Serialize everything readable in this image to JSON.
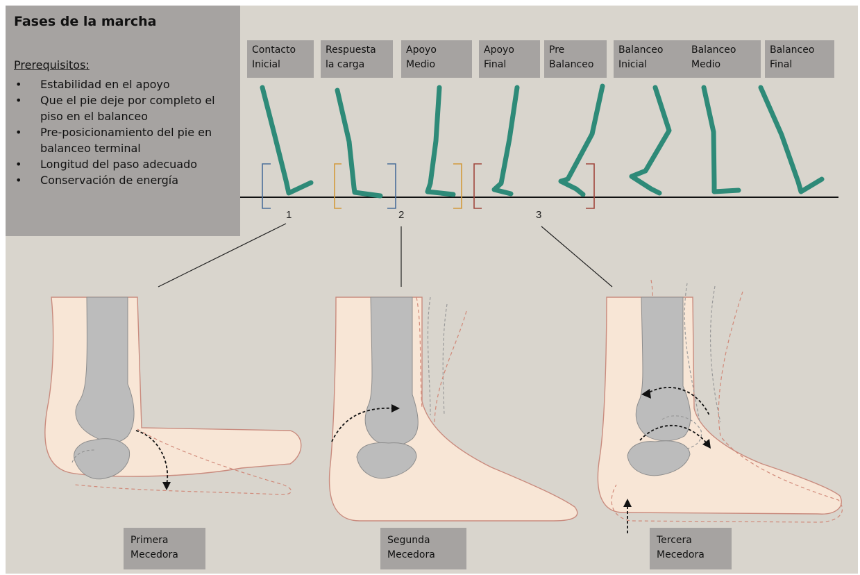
{
  "title": "Fases de la marcha",
  "prerequisites": {
    "heading": "Prerequisitos:",
    "items": [
      "Estabilidad en el apoyo",
      "Que el pie deje por completo el piso en el balanceo",
      "Pre-posicionamiento del pie en balanceo terminal",
      "Longitud del paso adecuado",
      "Conservación de energía"
    ]
  },
  "phases": [
    {
      "line1": "Contacto",
      "line2": "Inicial"
    },
    {
      "line1": "Respuesta",
      "line2": "la carga"
    },
    {
      "line1": "Apoyo",
      "line2": "Medio"
    },
    {
      "line1": "Apoyo",
      "line2": "Final"
    },
    {
      "line1": "Pre",
      "line2": "Balanceo"
    },
    {
      "line1": "Balanceo",
      "line2": "Inicial"
    },
    {
      "line1": "Balanceo",
      "line2": "Medio"
    },
    {
      "line1": "Balanceo",
      "line2": "Final"
    }
  ],
  "markers": [
    "1",
    "2",
    "3"
  ],
  "rockers": [
    {
      "line1": "Primera",
      "line2": "Mecedora"
    },
    {
      "line1": "Segunda",
      "line2": "Mecedora"
    },
    {
      "line1": "Tercera",
      "line2": "Mecedora"
    }
  ],
  "colors": {
    "background": "#d9d5cd",
    "label_box": "#a6a3a1",
    "leg": "#2e8a78",
    "skin": "#f8e6d6",
    "skin_outline": "#c98b7e",
    "bone": "#b9b9b9",
    "bracket_blue": "#4a6e9a",
    "bracket_orange": "#d39a3c",
    "bracket_red": "#a0463c"
  }
}
